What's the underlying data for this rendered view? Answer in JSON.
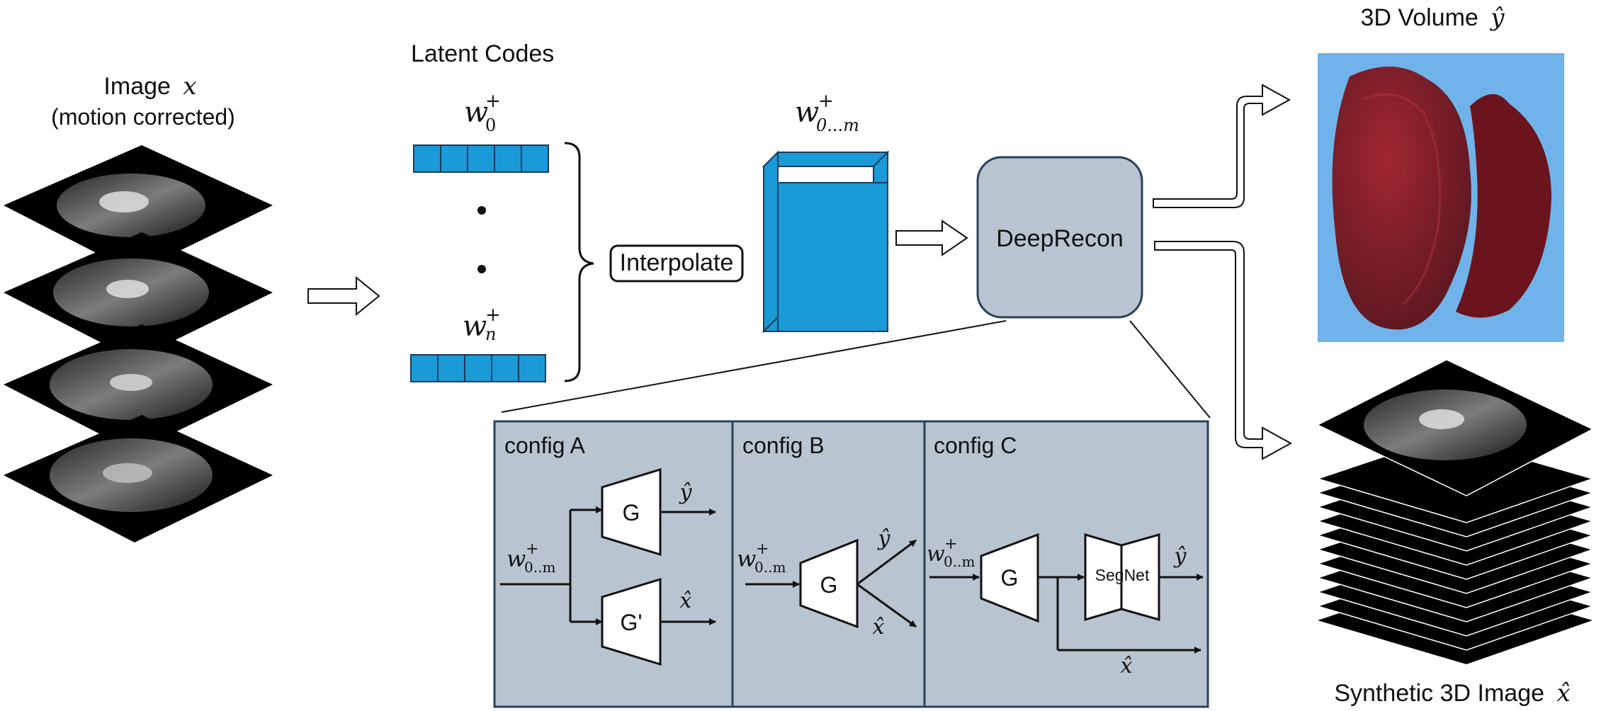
{
  "input": {
    "title_prefix": "Image",
    "title_var": "x",
    "subtitle": "(motion corrected)"
  },
  "latent": {
    "title": "Latent Codes",
    "w_first": "w",
    "w_first_sup": "+",
    "w_first_sub": "0",
    "w_last": "w",
    "w_last_sup": "+",
    "w_last_sub": "n"
  },
  "interpolate_label": "Interpolate",
  "stacked": {
    "w": "w",
    "sup": "+",
    "sub": "0...m"
  },
  "deeprecon_label": "DeepRecon",
  "outputs": {
    "volume_prefix": "3D Volume",
    "volume_var": "ŷ",
    "synthetic_prefix": "Synthetic 3D Image",
    "synthetic_var": "x̂"
  },
  "configs": {
    "a": {
      "title": "config A",
      "g1": "G",
      "g2": "G'",
      "out1": "ŷ",
      "out2": "x̂",
      "in_w": "w",
      "in_sup": "+",
      "in_sub": "0..m"
    },
    "b": {
      "title": "config B",
      "g": "G",
      "out1": "ŷ",
      "out2": "x̂",
      "in_w": "w",
      "in_sup": "+",
      "in_sub": "0..m"
    },
    "c": {
      "title": "config C",
      "g": "G",
      "segnet": "SegNet",
      "out1": "ŷ",
      "out2": "x̂",
      "in_w": "w",
      "in_sup": "+",
      "in_sub": "0..m"
    }
  },
  "colors": {
    "latent_blue": "#1a9ad6",
    "panel_gray": "#b8c5d1",
    "panel_border": "#27425c",
    "volume_bg": "#6fb3ea",
    "heart_red": "#8a1218"
  }
}
